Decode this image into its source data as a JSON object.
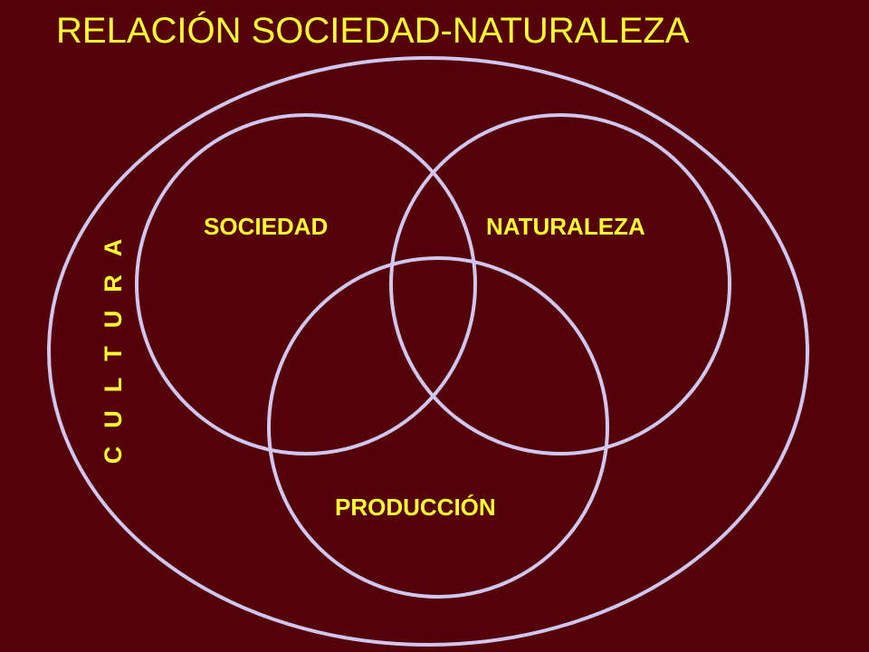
{
  "title": "RELACIÓN SOCIEDAD-NATURALEZA",
  "diagram": {
    "outer_label": "CULTURA",
    "sets": [
      {
        "label": "SOCIEDAD"
      },
      {
        "label": "NATURALEZA"
      },
      {
        "label": "PRODUCCIÓN"
      }
    ]
  },
  "colors": {
    "background": "#550008",
    "text": "#ffff33",
    "outline": "#cfc7f0"
  }
}
